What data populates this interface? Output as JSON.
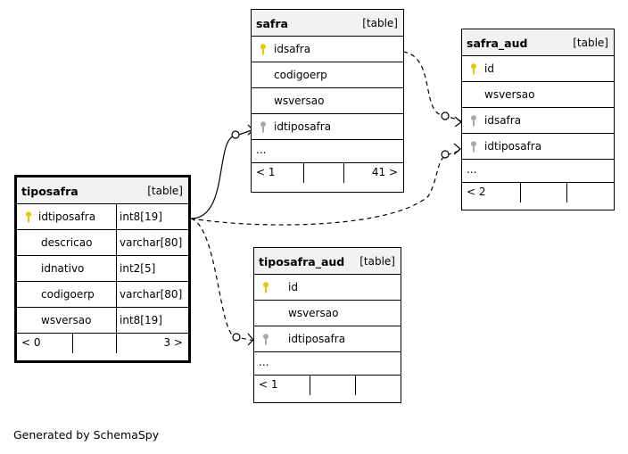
{
  "tables": {
    "tiposafra": {
      "name": "tiposafra",
      "type_label": "[table]",
      "columns": [
        {
          "name": "idtiposafra",
          "type": "int8[19]",
          "key": "primary"
        },
        {
          "name": "descricao",
          "type": "varchar[80]",
          "key": "none"
        },
        {
          "name": "idnativo",
          "type": "int2[5]",
          "key": "none"
        },
        {
          "name": "codigoerp",
          "type": "varchar[80]",
          "key": "none"
        },
        {
          "name": "wsversao",
          "type": "int8[19]",
          "key": "none"
        }
      ],
      "footer_left": "< 0",
      "footer_right": "3 >"
    },
    "safra": {
      "name": "safra",
      "type_label": "[table]",
      "columns": [
        {
          "name": "idsafra",
          "key": "primary"
        },
        {
          "name": "codigoerp",
          "key": "none"
        },
        {
          "name": "wsversao",
          "key": "none"
        },
        {
          "name": "idtiposafra",
          "key": "foreign"
        }
      ],
      "ellipsis": "...",
      "footer_left": "< 1",
      "footer_right": "41 >"
    },
    "safra_aud": {
      "name": "safra_aud",
      "type_label": "[table]",
      "columns": [
        {
          "name": "id",
          "key": "primary"
        },
        {
          "name": "wsversao",
          "key": "none"
        },
        {
          "name": "idsafra",
          "key": "foreign"
        },
        {
          "name": "idtiposafra",
          "key": "foreign"
        }
      ],
      "ellipsis": "...",
      "footer_left": "< 2",
      "footer_right": ""
    },
    "tiposafra_aud": {
      "name": "tiposafra_aud",
      "type_label": "[table]",
      "columns": [
        {
          "name": "id",
          "key": "primary"
        },
        {
          "name": "wsversao",
          "key": "none"
        },
        {
          "name": "idtiposafra",
          "key": "foreign"
        }
      ],
      "ellipsis": "...",
      "footer_left": "< 1",
      "footer_right": ""
    }
  },
  "relationships": [
    {
      "from": "safra.idtiposafra",
      "to": "tiposafra.idtiposafra",
      "style": "solid"
    },
    {
      "from": "safra_aud.idsafra",
      "to": "safra.idsafra",
      "style": "dashed"
    },
    {
      "from": "safra_aud.idtiposafra",
      "to": "tiposafra.idtiposafra",
      "style": "dashed"
    },
    {
      "from": "tiposafra_aud.idtiposafra",
      "to": "tiposafra.idtiposafra",
      "style": "dashed"
    }
  ],
  "colors": {
    "primary_key": "#e6c800",
    "foreign_key": "#a8a8a8",
    "header_bg": "#f2f2f2"
  },
  "credit": "Generated by SchemaSpy"
}
